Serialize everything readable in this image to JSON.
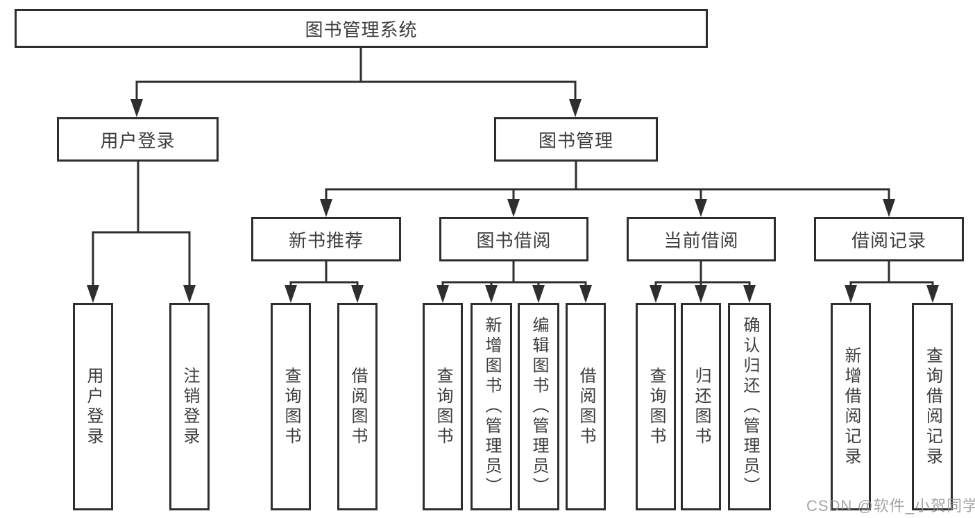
{
  "diagram": {
    "watermark": "CSDN @软件_小贺同学",
    "colors": {
      "box_border": "#2e2e2e",
      "line": "#2e2e2e",
      "text": "#3d3d3d",
      "watermark": "#949494",
      "background": "#ffffff"
    },
    "root": {
      "label": "图书管理系统"
    },
    "level2": [
      {
        "label": "用户登录"
      },
      {
        "label": "图书管理"
      }
    ],
    "level3": [
      {
        "label": "新书推荐"
      },
      {
        "label": "图书借阅"
      },
      {
        "label": "当前借阅"
      },
      {
        "label": "借阅记录"
      }
    ],
    "leaves": {
      "user_login": [
        {
          "label": "用户登录"
        },
        {
          "label": "注销登录"
        }
      ],
      "new_book_recommendation": [
        {
          "label": "查询图书"
        },
        {
          "label": "借阅图书"
        }
      ],
      "book_borrowing": [
        {
          "label": "查询图书"
        },
        {
          "label": "新增图书（管理员）"
        },
        {
          "label": "编辑图书（管理员）"
        },
        {
          "label": "借阅图书"
        }
      ],
      "current_borrowing": [
        {
          "label": "查询图书"
        },
        {
          "label": "归还图书"
        },
        {
          "label": "确认归还（管理员）"
        }
      ],
      "borrowing_records": [
        {
          "label": "新增借阅记录"
        },
        {
          "label": "查询借阅记录"
        }
      ]
    }
  }
}
